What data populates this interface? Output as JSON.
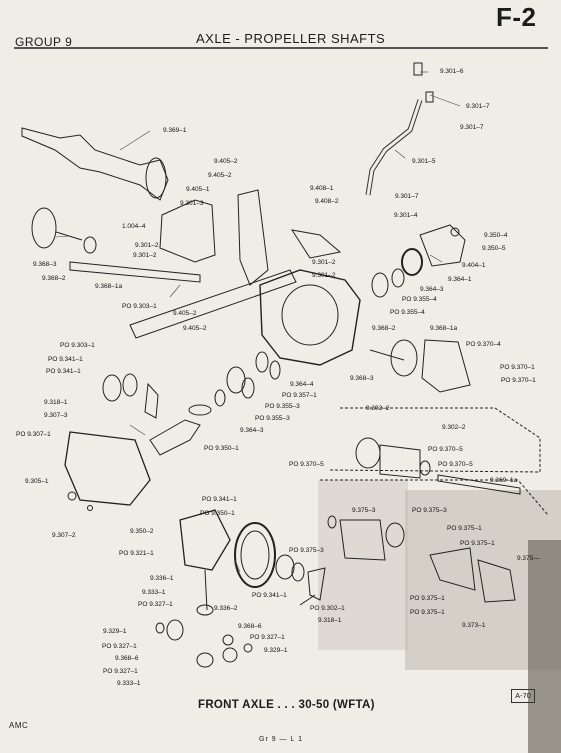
{
  "header": {
    "group": "GROUP 9",
    "title": "AXLE - PROPELLER SHAFTS",
    "page_code": "F-2"
  },
  "caption": "FRONT AXLE . . . 30-50 (WFTA)",
  "figure_ref": "A-70",
  "footer": {
    "maker": "AMC",
    "page": "Gr 9 — L 1"
  },
  "part_labels": [
    "9.301–6",
    "9.301–7",
    "9.301–7",
    "9.369–1",
    "9.301–5",
    "9.405–2",
    "9.405–2",
    "9.405–1",
    "9.408–1",
    "9.408–2",
    "9.301–3",
    "9.301–7",
    "9.301–4",
    "1.004–4",
    "9.350–4",
    "9.350–5",
    "9.368–3",
    "9.301–2",
    "9.301–2",
    "9.404–1",
    "9.368–2",
    "9.364–1",
    "9.301–2",
    "9.301–2",
    "9.364–3",
    "9.368–1a",
    "PO 9.355–4",
    "PO 9.303–1",
    "PO 9.355–4",
    "9.405–2",
    "9.405–2",
    "9.368–2",
    "9.368–1a",
    "PO 9.303–1",
    "PO 9.370–4",
    "PO 9.341–1",
    "PO 9.341–1",
    "PO 9.370–1",
    "9.364–4",
    "PO 9.370–1",
    "9.368–3",
    "PO 9.357–1",
    "9.318–1",
    "PO 9.355–3",
    "PO 9.355–3",
    "9.307–3",
    "9.302–2",
    "9.302–2",
    "PO 9.307–1",
    "9.364–3",
    "PO 9.350–1",
    "PO 9.370–5",
    "PO 9.370–5",
    "PO 9.370–5",
    "9.305–1",
    "9.369–1a",
    "PO 9.341–1",
    "PO 9.350–1",
    "9.375–3",
    "PO 9.375–3",
    "9.307–2",
    "9.350–2",
    "PO 9.375–1",
    "PO 9.375–1",
    "PO 9.321–1",
    "PO 9.375–3",
    "9.375—",
    "9.336–1",
    "PO 9.341–1",
    "PO 9.375–1",
    "9.333–1",
    "PO 9.327–1",
    "9.336–2",
    "9.318–1",
    "PO 9.302–1",
    "PO 9.375–1",
    "9.368–6",
    "9.373–1",
    "9.329–1",
    "PO 9.327–1",
    "PO 9.327–1",
    "9.329–1",
    "9.368–6",
    "PO 9.327–1",
    "9.333–1"
  ]
}
